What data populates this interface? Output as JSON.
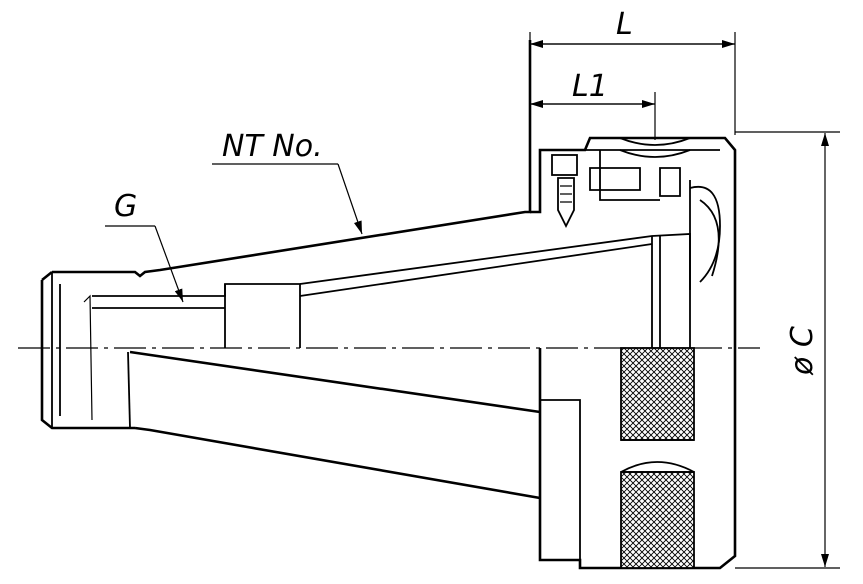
{
  "labels": {
    "L": "L",
    "L1": "L1",
    "NT": "NT  No.",
    "G": "G",
    "C": "ø C"
  },
  "colors": {
    "line": "#000000",
    "background": "#ffffff"
  }
}
